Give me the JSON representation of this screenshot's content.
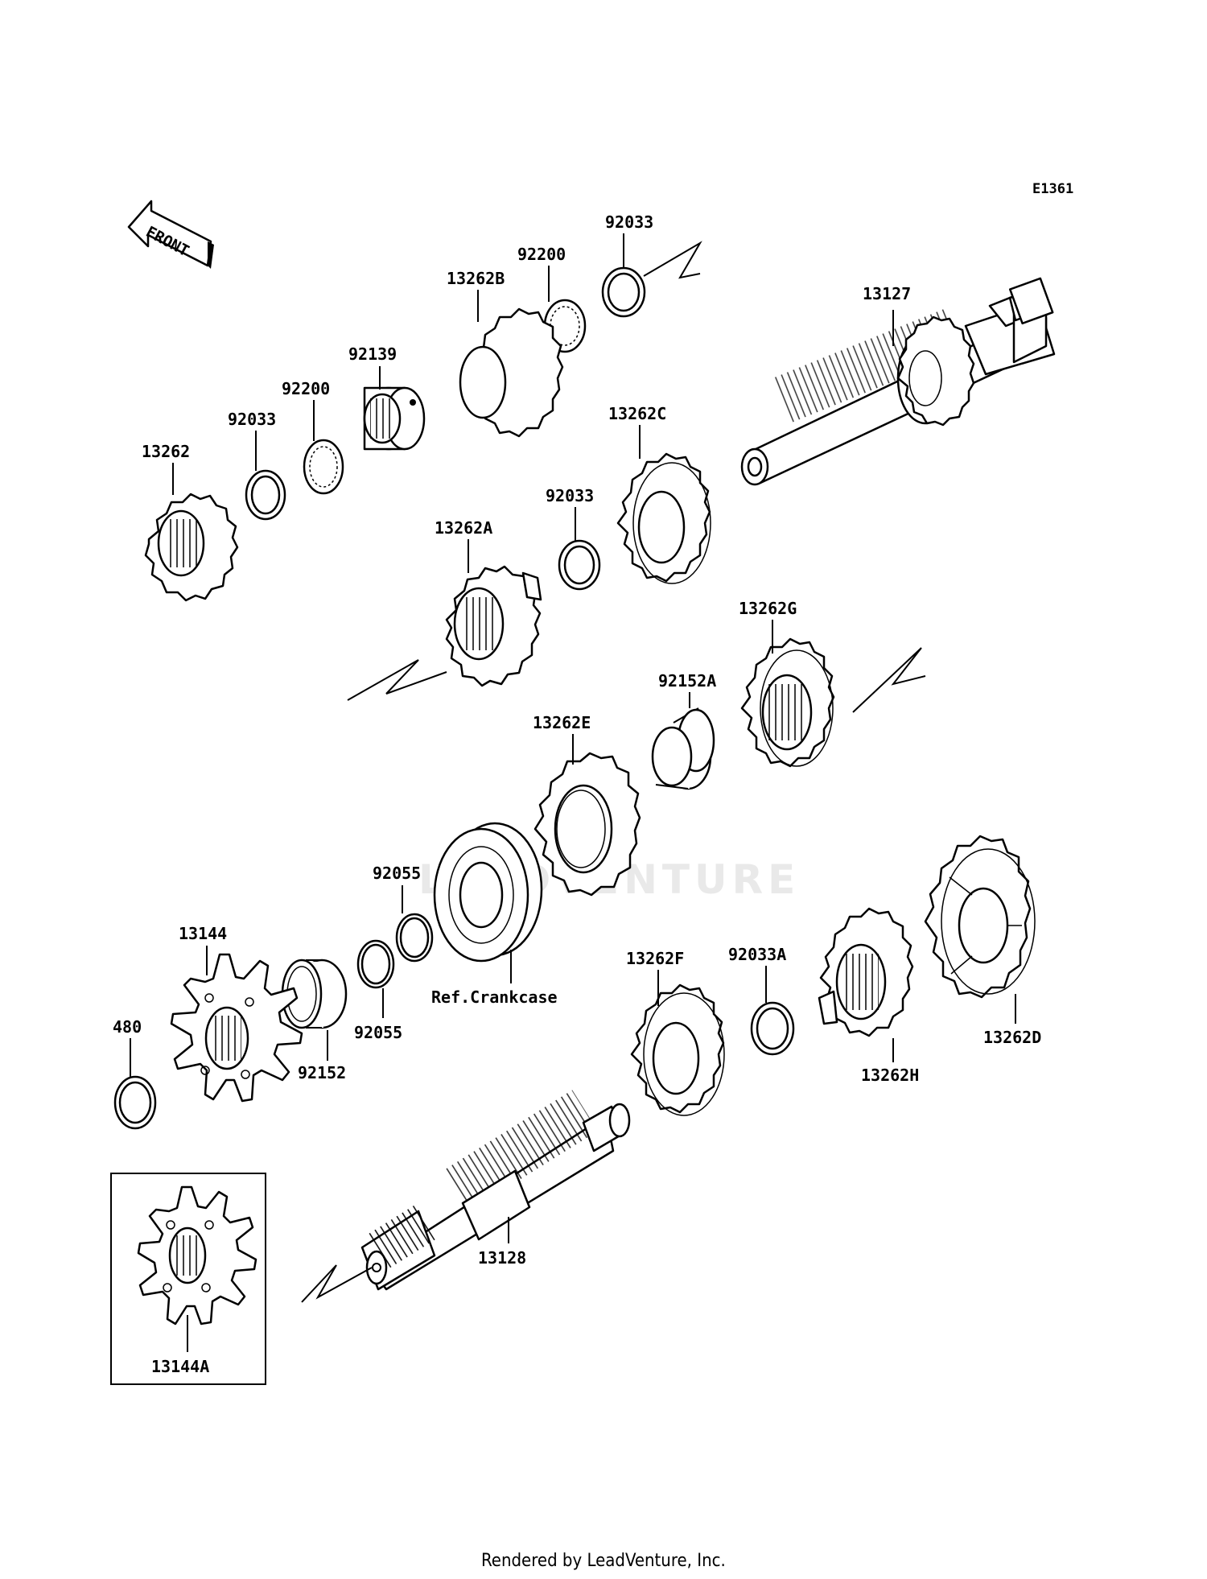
{
  "diagram": {
    "code": "E1361",
    "front_label": "FRONT",
    "watermark": "LEADVENTURE",
    "footer": "Rendered by LeadVenture, Inc.",
    "labels": {
      "p92033_top": "92033",
      "p92200_top": "92200",
      "p13262B": "13262B",
      "p92139": "92139",
      "p92200_mid": "92200",
      "p92033_left": "92033",
      "p13262": "13262",
      "p13127": "13127",
      "p13262C": "13262C",
      "p92033_mid": "92033",
      "p13262A": "13262A",
      "p13262G": "13262G",
      "p92152A": "92152A",
      "p13262E": "13262E",
      "p92055_top": "92055",
      "p13144": "13144",
      "p480": "480",
      "p92152": "92152",
      "p92055_bot": "92055",
      "ref_crankcase": "Ref.Crankcase",
      "p13262F": "13262F",
      "p92033A": "92033A",
      "p13262H": "13262H",
      "p13262D": "13262D",
      "p13128": "13128",
      "p13144A": "13144A"
    }
  }
}
